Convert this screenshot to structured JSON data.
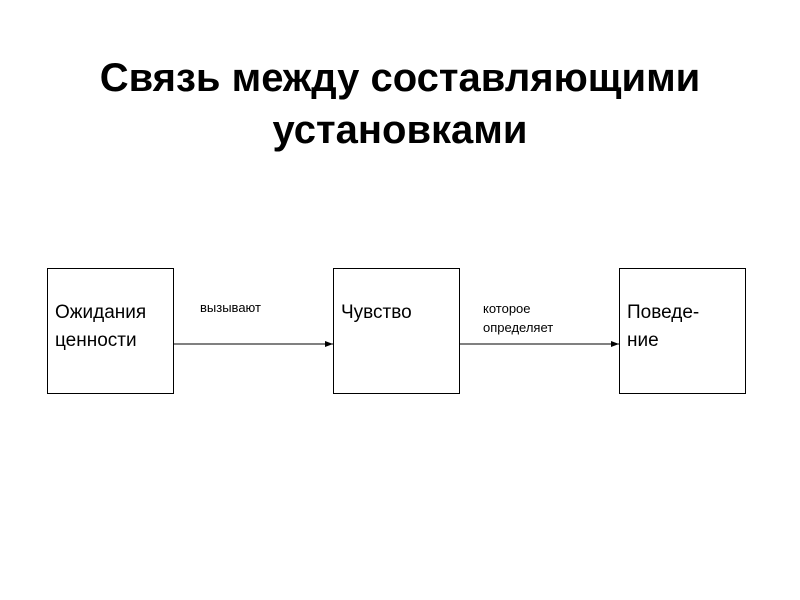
{
  "title": {
    "line1": "Связь между составляющими",
    "line2": "установками"
  },
  "boxes": [
    {
      "lines": [
        "Ожидания",
        "ценности"
      ]
    },
    {
      "lines": [
        "Чувство"
      ]
    },
    {
      "lines": [
        "Поведе-",
        "ние"
      ]
    }
  ],
  "connectors": [
    {
      "lines": [
        "вызывают"
      ]
    },
    {
      "lines": [
        "которое",
        "определяет"
      ]
    }
  ]
}
